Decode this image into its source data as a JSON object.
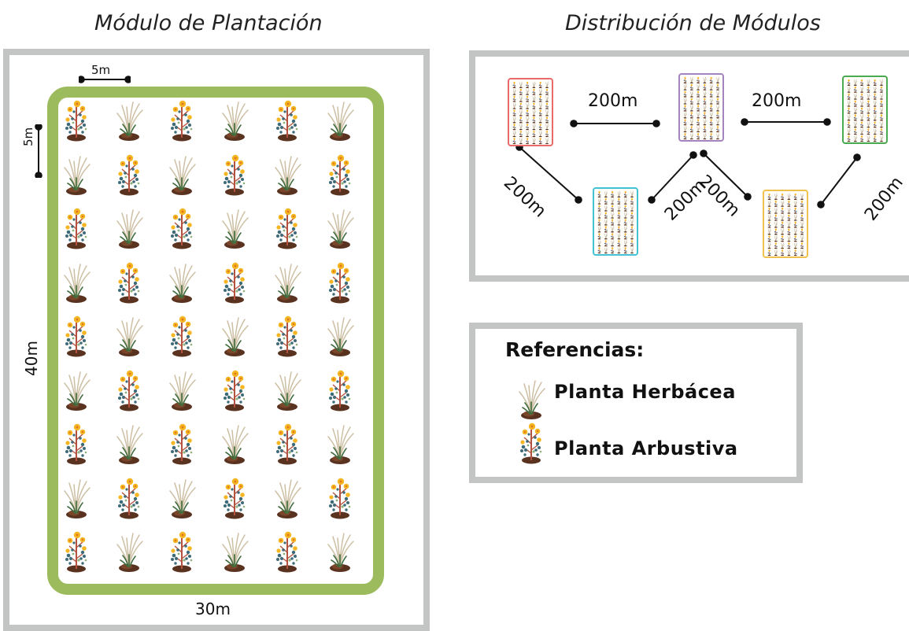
{
  "left_title": "Módulo de Plantación",
  "right_title": "Distribución de Módulos",
  "module": {
    "spacing_label": "5m",
    "spacing_vertical_label": "5m",
    "height_label": "40m",
    "width_label": "30m",
    "grid_rows": [
      [
        "arbustiva",
        "herbacea",
        "arbustiva",
        "herbacea",
        "arbustiva",
        "herbacea"
      ],
      [
        "herbacea",
        "arbustiva",
        "herbacea",
        "arbustiva",
        "herbacea",
        "arbustiva"
      ],
      [
        "arbustiva",
        "herbacea",
        "arbustiva",
        "herbacea",
        "arbustiva",
        "herbacea"
      ],
      [
        "herbacea",
        "arbustiva",
        "herbacea",
        "arbustiva",
        "herbacea",
        "arbustiva"
      ],
      [
        "arbustiva",
        "herbacea",
        "arbustiva",
        "herbacea",
        "arbustiva",
        "herbacea"
      ],
      [
        "herbacea",
        "arbustiva",
        "herbacea",
        "arbustiva",
        "herbacea",
        "arbustiva"
      ],
      [
        "arbustiva",
        "herbacea",
        "arbustiva",
        "herbacea",
        "arbustiva",
        "herbacea"
      ],
      [
        "herbacea",
        "arbustiva",
        "herbacea",
        "arbustiva",
        "herbacea",
        "arbustiva"
      ],
      [
        "arbustiva",
        "herbacea",
        "arbustiva",
        "herbacea",
        "arbustiva",
        "herbacea"
      ]
    ]
  },
  "distribution": {
    "modules": [
      {
        "name": "red",
        "color": "#e96a6a"
      },
      {
        "name": "purple",
        "color": "#a585c0"
      },
      {
        "name": "green",
        "color": "#4aaa4f"
      },
      {
        "name": "cyan",
        "color": "#43c2d3"
      },
      {
        "name": "yellow",
        "color": "#f1c14f"
      }
    ],
    "distance_labels": [
      "200m",
      "200m",
      "200m",
      "200m",
      "200m",
      "200m"
    ]
  },
  "references": {
    "title": "Referencias:",
    "herbacea_label": "Planta Herbácea",
    "arbustiva_label": "Planta Arbustiva"
  },
  "colors": {
    "frame_gray": "#c3c5c4",
    "frame_green": "#9bbb5c",
    "flower": "#f5b624",
    "soil": "#6b3a21",
    "grass": "#c9b99a"
  }
}
